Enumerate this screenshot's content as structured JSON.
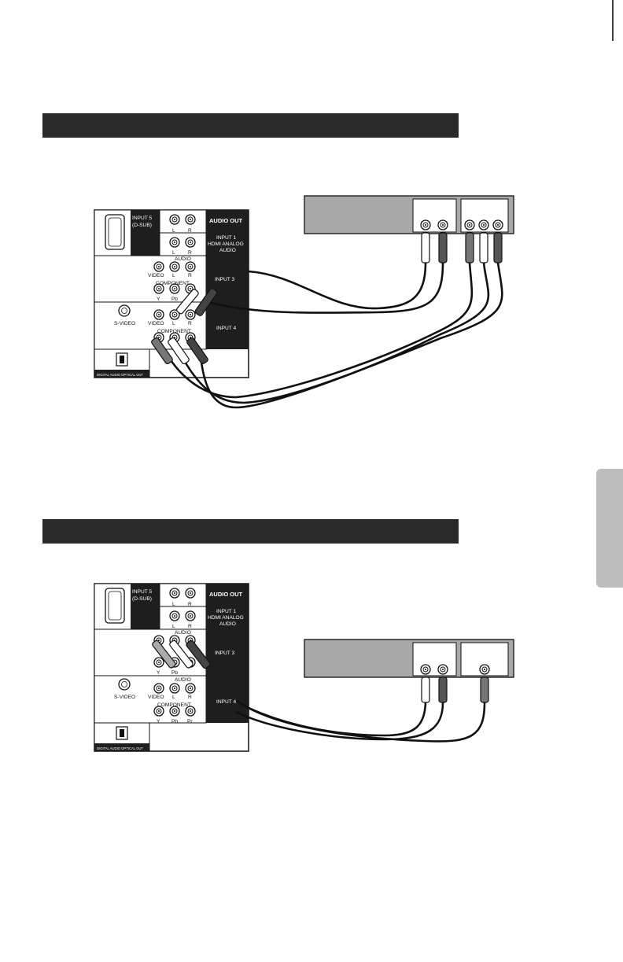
{
  "panel_labels": {
    "input5": "INPUT 5",
    "dsub": "(D-SUB)",
    "audio_out": "AUDIO OUT",
    "input1": "INPUT 1",
    "hdmi_analog": "HDMI ANALOG",
    "audio": "AUDIO",
    "audio_small": "AUDIO",
    "input3": "INPUT 3",
    "input4": "INPUT 4",
    "video": "VIDEO",
    "s_video": "S-VIDEO",
    "component": "COMPONENT",
    "l": "L",
    "r": "R",
    "y": "Y",
    "pb": "Pb",
    "pr": "Pr",
    "digital_optical": "DIGITAL AUDIO OPTICAL OUT"
  },
  "colors": {
    "section_bar": "#2a2a2a",
    "panel_dark": "#1e1e1e",
    "device_gray": "#a9a9a9",
    "side_tab": "#bdbdbd",
    "cable": "#111111"
  }
}
